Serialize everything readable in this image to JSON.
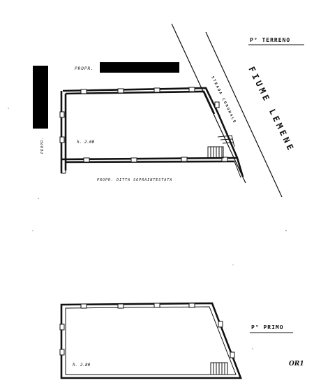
{
  "ground_floor": {
    "title": "P° TERRENO",
    "river": "FIUME LEMENE",
    "road": "STRADA COMUNALE",
    "neighbor_top": "PROPR.",
    "neighbor_left": "PROPR.",
    "neighbor_bottom": "PROPR. DITTA SOPRAINTESTATA",
    "height": "h. 2.60"
  },
  "first_floor": {
    "title": "P° PRIMO",
    "height": "h. 2.80"
  },
  "sheet_code": "OR1"
}
